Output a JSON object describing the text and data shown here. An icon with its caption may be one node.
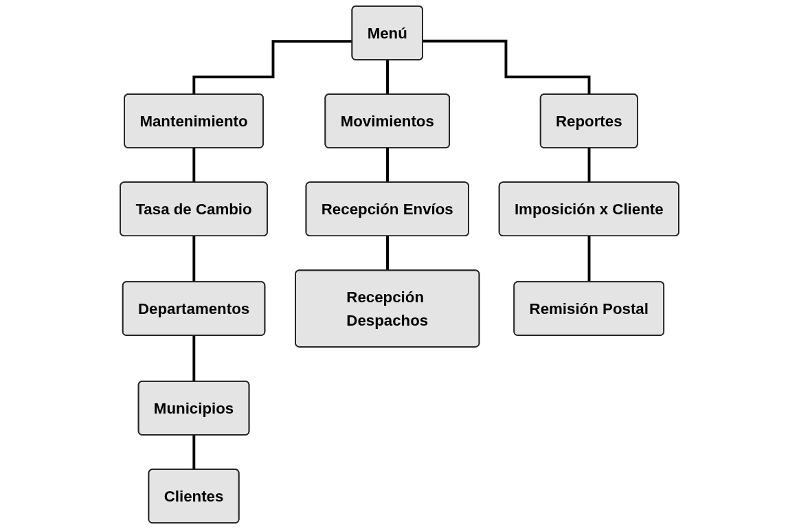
{
  "diagram": {
    "nodes": [
      {
        "text": [
          "Menú"
        ]
      },
      {
        "text": [
          "Mantenimiento"
        ]
      },
      {
        "text": [
          "Movimientos"
        ]
      },
      {
        "text": [
          "Reportes"
        ]
      },
      {
        "text": [
          "Tasa de Cambio"
        ]
      },
      {
        "text": [
          "Recepción Envíos"
        ]
      },
      {
        "text": [
          "Imposición x Cliente"
        ]
      },
      {
        "text": [
          "Departamentos"
        ]
      },
      {
        "text": [
          "Recepción Despachos"
        ]
      },
      {
        "text": [
          "Remisión Postal"
        ]
      },
      {
        "text": [
          "Municipios"
        ]
      },
      {
        "text": [
          "Clientes"
        ]
      }
    ],
    "edges": [
      {
        "from": 0,
        "to": 1,
        "arrow": "none"
      },
      {
        "from": 0,
        "to": 2,
        "arrow": "none"
      },
      {
        "from": 0,
        "to": 3,
        "arrow": "none"
      },
      {
        "from": 1,
        "to": 4,
        "arrow": "none"
      },
      {
        "from": 4,
        "to": 7,
        "arrow": "none"
      },
      {
        "from": 7,
        "to": 10,
        "arrow": "none"
      },
      {
        "from": 10,
        "to": 11,
        "arrow": "none"
      },
      {
        "from": 2,
        "to": 5,
        "arrow": "none"
      },
      {
        "from": 5,
        "to": 8,
        "arrow": "none"
      },
      {
        "from": 3,
        "to": 6,
        "arrow": "none"
      },
      {
        "from": 6,
        "to": 9,
        "arrow": "none"
      }
    ]
  }
}
